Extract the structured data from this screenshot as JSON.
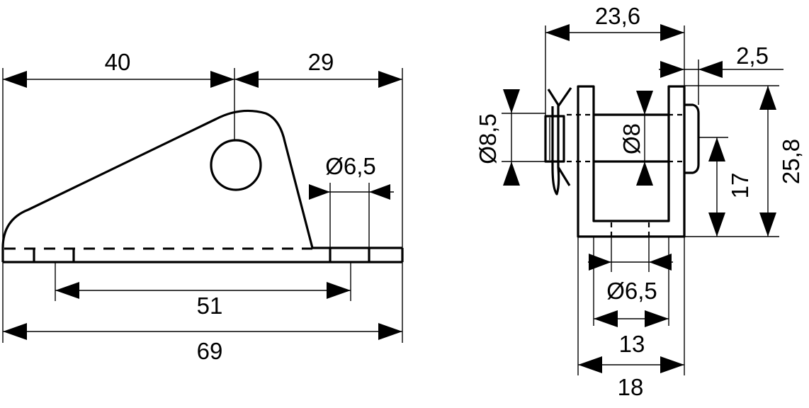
{
  "dimensions": {
    "side_view": {
      "d40": "40",
      "d29": "29",
      "hole_diameter": "Ø6,5",
      "d51": "51",
      "d69": "69"
    },
    "front_view": {
      "d23_6": "23,6",
      "d2_5": "2,5",
      "pin_head_diameter": "Ø8,5",
      "pin_diameter": "Ø8",
      "d25_8": "25,8",
      "d17": "17",
      "hole_diameter": "Ø6,5",
      "d13": "13",
      "d18": "18"
    }
  }
}
